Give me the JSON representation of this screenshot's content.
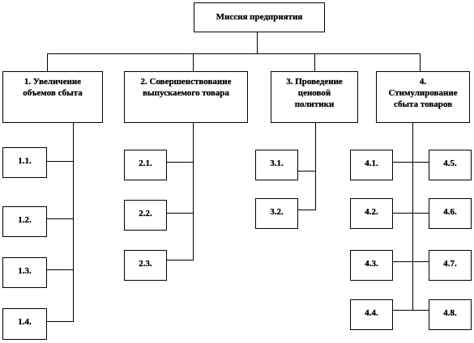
{
  "root": {
    "label": "Миссия предприятия"
  },
  "branches": [
    {
      "label": "1. Увеличение\nобъемов сбыта",
      "items": [
        "1.1.",
        "1.2.",
        "1.3.",
        "1.4."
      ]
    },
    {
      "label": "2. Совершенствование\nвыпускаемого товара",
      "items": [
        "2.1.",
        "2.2.",
        "2.3."
      ]
    },
    {
      "label": "3. Проведение\nценовой\nполитики",
      "items": [
        "3.1.",
        "3.2."
      ]
    },
    {
      "label": "4.\nСтимулирование\nсбыта товаров",
      "items_left": [
        "4.1.",
        "4.2.",
        "4.3.",
        "4.4."
      ],
      "items_right": [
        "4.5.",
        "4.6.",
        "4.7.",
        "4.8."
      ]
    }
  ]
}
